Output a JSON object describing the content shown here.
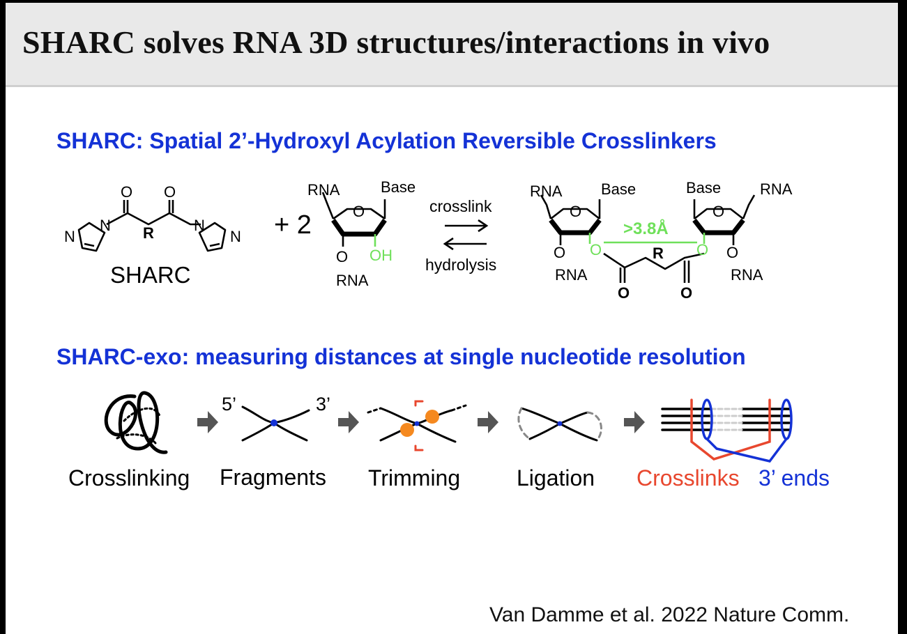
{
  "slide": {
    "title": "SHARC solves RNA 3D structures/interactions in vivo",
    "citation": "Van Damme et al. 2022 Nature Comm."
  },
  "sharc_section": {
    "heading": "SHARC: Spatial 2’-Hydroxyl Acylation Reversible Crosslinkers",
    "reagent": {
      "label": "SHARC",
      "atom_o": "O",
      "atom_n": "N",
      "atom_r": "R"
    },
    "plus": "+ 2",
    "ribose": {
      "rna_top": "RNA",
      "base": "Base",
      "ring_o": "O",
      "o3": "O",
      "rna_bottom": "RNA",
      "oh": "OH"
    },
    "forward_label": "crosslink",
    "reverse_label": "hydrolysis",
    "product": {
      "rna": "RNA",
      "base": "Base",
      "o": "O",
      "r": "R",
      "distance": ">3.8Å"
    },
    "colors": {
      "heading": "#1432d6",
      "green": "#6fe05a"
    }
  },
  "exo_section": {
    "heading": "SHARC-exo: measuring distances at single nucleotide resolution",
    "end5": "5’",
    "end3": "3’",
    "steps": [
      {
        "label": "Crosslinking"
      },
      {
        "label": "Fragments"
      },
      {
        "label": "Trimming"
      },
      {
        "label": "Ligation"
      }
    ],
    "result_crosslinks": "Crosslinks",
    "result_3ends": "3’ ends",
    "colors": {
      "red": "#e8472e",
      "blue": "#1432d6",
      "orange": "#f5891f",
      "arrow": "#555555"
    }
  }
}
